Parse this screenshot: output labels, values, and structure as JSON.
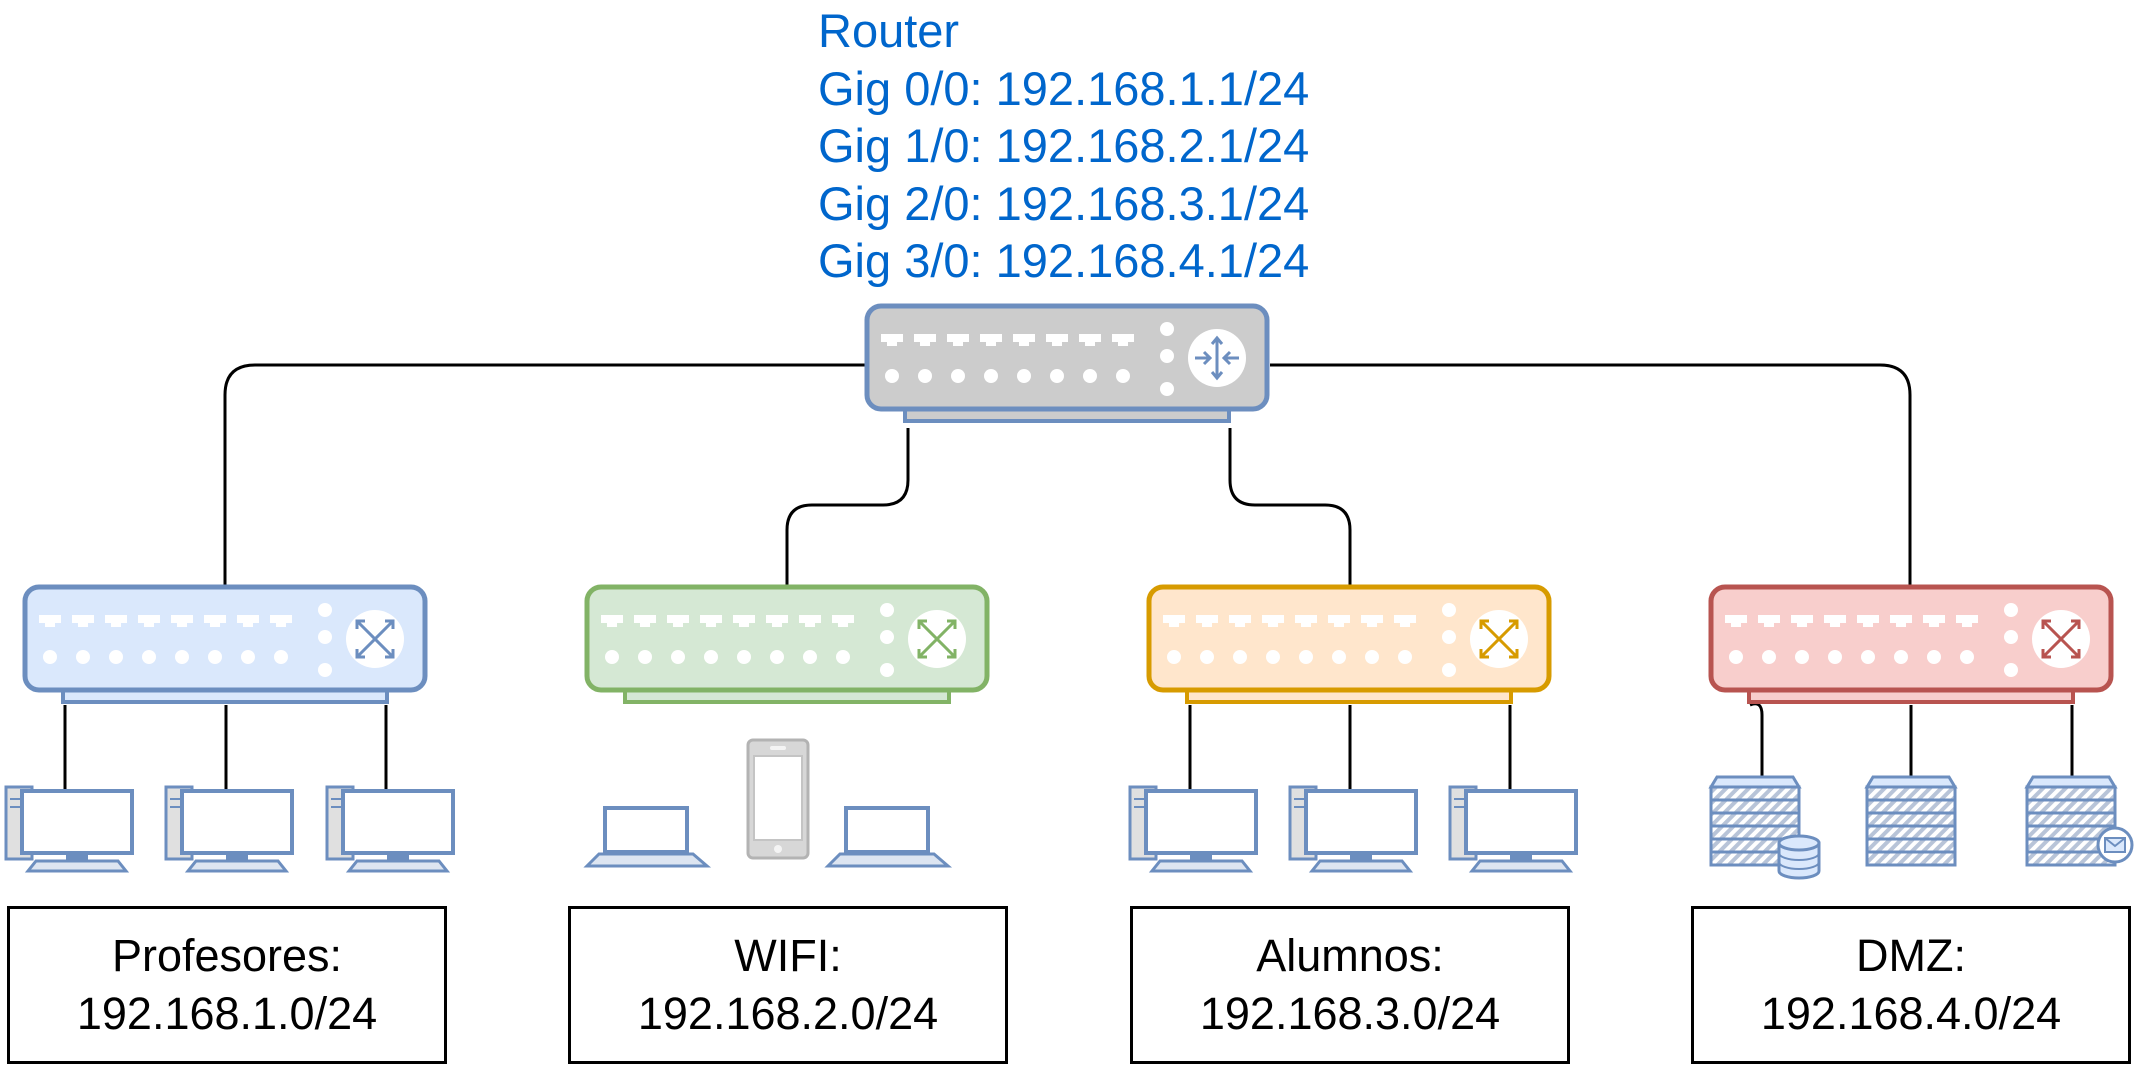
{
  "router": {
    "lines": [
      "Router",
      "Gig 0/0: 192.168.1.1/24",
      "Gig 1/0: 192.168.2.1/24",
      "Gig 2/0: 192.168.3.1/24",
      "Gig 3/0: 192.168.4.1/24"
    ],
    "color": "#0066cc",
    "icon": "router-icon"
  },
  "networks": [
    {
      "name": "Profesores:",
      "subnet": "192.168.1.0/24",
      "switch_fill": "#dae8fc",
      "switch_stroke": "#6c8ebf",
      "devices": [
        "desktop-icon",
        "desktop-icon",
        "desktop-icon"
      ]
    },
    {
      "name": "WIFI:",
      "subnet": "192.168.2.0/24",
      "switch_fill": "#d5e8d4",
      "switch_stroke": "#82b366",
      "devices": [
        "laptop-icon",
        "mobile-phone-icon",
        "laptop-icon"
      ]
    },
    {
      "name": "Alumnos:",
      "subnet": "192.168.3.0/24",
      "switch_fill": "#ffe6cc",
      "switch_stroke": "#d79b00",
      "devices": [
        "desktop-icon",
        "desktop-icon",
        "desktop-icon"
      ]
    },
    {
      "name": "DMZ:",
      "subnet": "192.168.4.0/24",
      "switch_fill": "#f8cecc",
      "switch_stroke": "#b85450",
      "devices": [
        "database-server-icon",
        "server-icon",
        "mail-server-icon"
      ]
    }
  ]
}
